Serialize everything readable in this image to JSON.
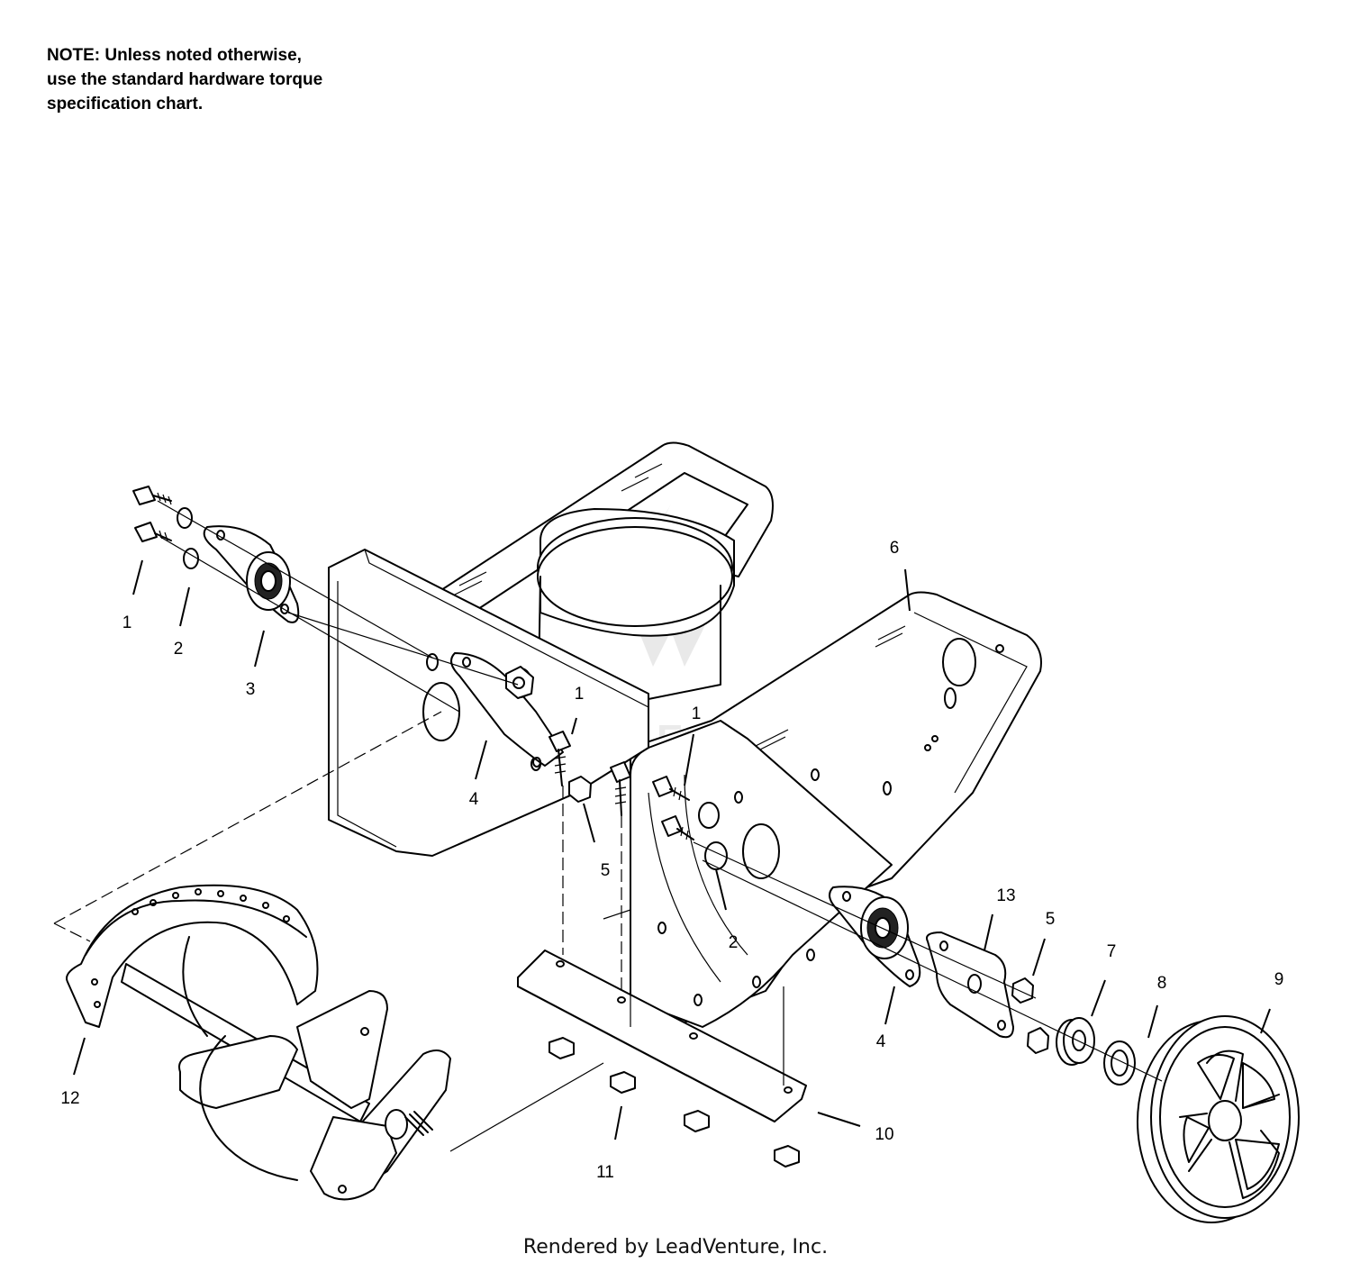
{
  "note": {
    "lines": [
      "NOTE: Unless noted otherwise,",
      "use the standard hardware torque",
      "specification chart."
    ]
  },
  "callouts": {
    "c1a": "1",
    "c2a": "2",
    "c3": "3",
    "c4a": "4",
    "c1b": "1",
    "c1c": "1",
    "c5a": "5",
    "c6": "6",
    "c2b": "2",
    "c4b": "4",
    "c13": "13",
    "c5b": "5",
    "c7": "7",
    "c8": "8",
    "c9": "9",
    "c10": "10",
    "c11": "11",
    "c12": "12"
  },
  "watermark": {
    "text": "LEADVENTURE"
  },
  "footer": {
    "text": "Rendered by LeadVenture, Inc."
  }
}
